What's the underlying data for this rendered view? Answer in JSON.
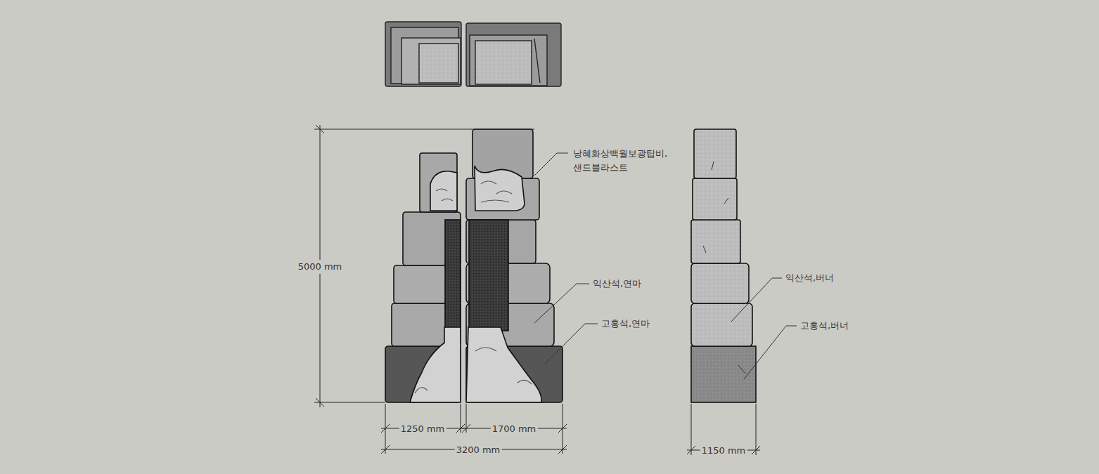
{
  "diagram": {
    "labels": [
      "낭혜화상백월보광탑비, 샌드블라스트",
      "5000 mm",
      "익산석,연마",
      "고흥석,연마",
      "익산석,버너",
      "고흥석,버너",
      "1250 mm",
      "1700 mm",
      "3200 mm",
      "1150 mm"
    ]
  }
}
